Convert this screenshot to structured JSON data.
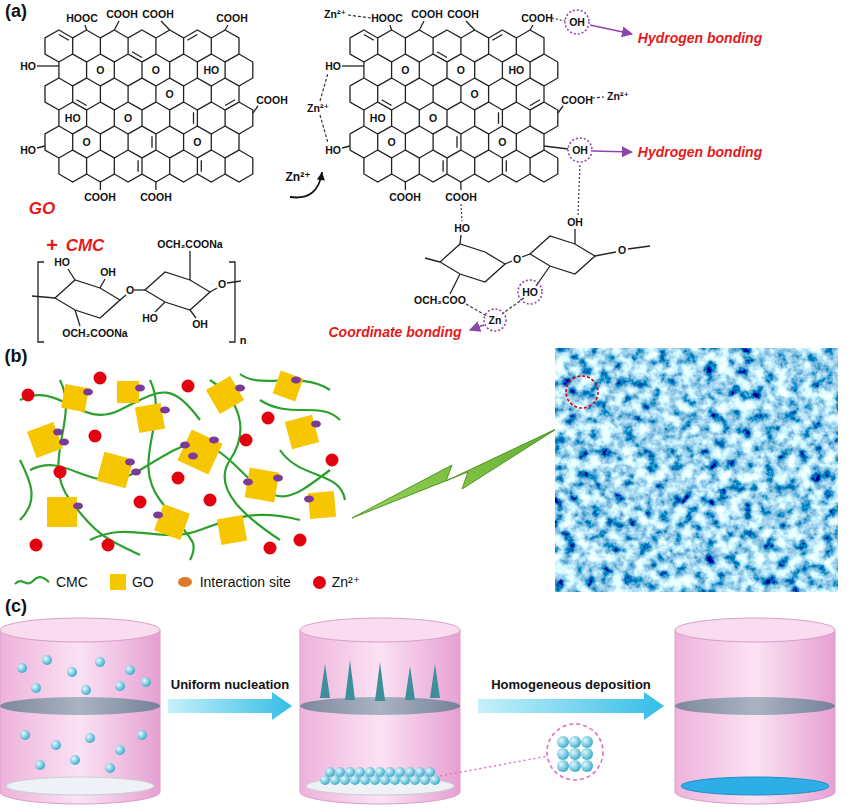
{
  "diagram": {
    "nodes": [
      {
        "text": [
          "GO"
        ]
      },
      {
        "text": [
          "CMC"
        ]
      },
      {
        "text": [
          "Hydrogen bonding",
          "Hydrogen bonding",
          "Coordinate bonding"
        ]
      }
    ],
    "edges": [
      {
        "from": 0,
        "to": 2,
        "arrow": "to",
        "label": "Zn²⁺"
      }
    ],
    "labels": [
      "(a)",
      "HOOC",
      "COOH",
      "COOH",
      "COOH",
      "HO",
      "HO",
      "COOH",
      "COOH",
      "COOH",
      "O",
      "O",
      "O",
      "O",
      "O",
      "O",
      "HO",
      "HO",
      "+",
      "HO",
      "OH",
      "O",
      "OCH₂COONa",
      "HO",
      "OH",
      "OCH₂COONa",
      "O",
      "n",
      "Zn²⁺",
      "HOOC",
      "COOH",
      "COOH",
      "COOH",
      "OH",
      "Zn²⁺",
      "HO",
      "HO",
      "COOH",
      "Zn²⁺",
      "OH",
      "COOH",
      "COOH",
      "O",
      "O",
      "O",
      "O",
      "O",
      "O",
      "HO",
      "HO",
      "HO",
      "O",
      "OH",
      "O",
      "OCH₂COO",
      "HO",
      "Zn",
      "(b)",
      "(c)",
      "Uniform nucleation",
      "Homogeneous deposition"
    ],
    "legend": [
      {
        "text": "CMC"
      },
      {
        "text": "GO",
        "color": "#f6c700"
      },
      {
        "text": "Interaction site"
      },
      {
        "text": "Zn²⁺",
        "color": "#e3000f"
      }
    ]
  }
}
